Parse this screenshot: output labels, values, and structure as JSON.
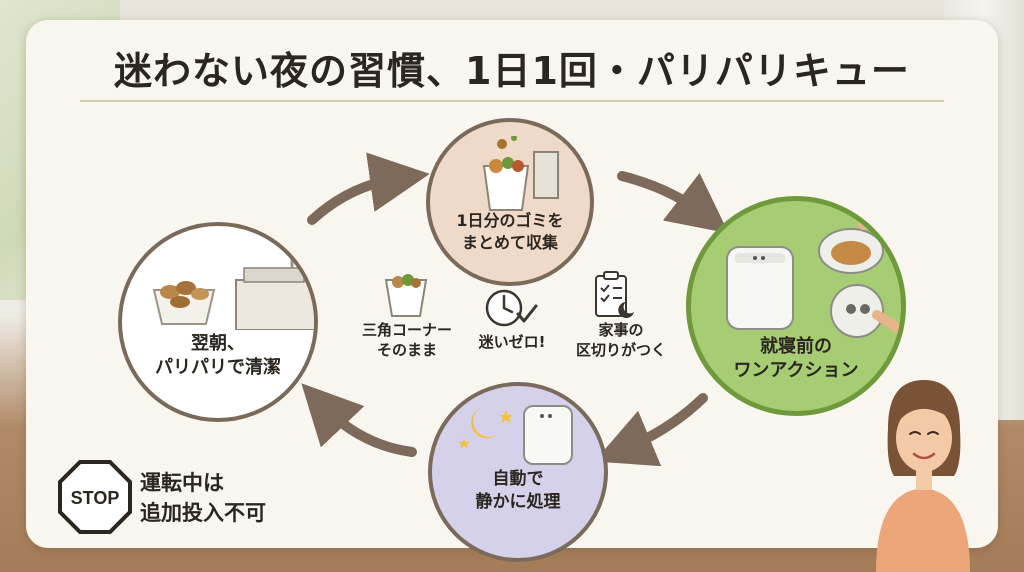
{
  "title": "迷わない夜の習慣、1日1回・パリパリキュー",
  "cycle": {
    "collect": {
      "lines": [
        "1日分のゴミを",
        "まとめて収集"
      ]
    },
    "bedtime": {
      "lines": [
        "就寝前の",
        "ワンアクション"
      ]
    },
    "auto": {
      "lines": [
        "自動で",
        "静かに処理"
      ]
    },
    "morning": {
      "lines": [
        "翌朝、",
        "パリパリで清潔"
      ]
    }
  },
  "benefits": [
    {
      "icon": "sink-corner-basket-icon",
      "lines": [
        "三角コーナー",
        "そのまま"
      ]
    },
    {
      "icon": "clock-check-icon",
      "lines": [
        "迷いゼロ!"
      ]
    },
    {
      "icon": "clipboard-moon-icon",
      "lines": [
        "家事の",
        "区切りがつく"
      ]
    }
  ],
  "warning": {
    "badge": "STOP",
    "lines": [
      "運転中は",
      "追加投入不可"
    ]
  },
  "colors": {
    "bedtime_green": "#a6cd73",
    "collect_peach": "#efd9c8",
    "auto_lavender": "#d6d1ea",
    "arrow_brown": "#7d6a5a"
  }
}
